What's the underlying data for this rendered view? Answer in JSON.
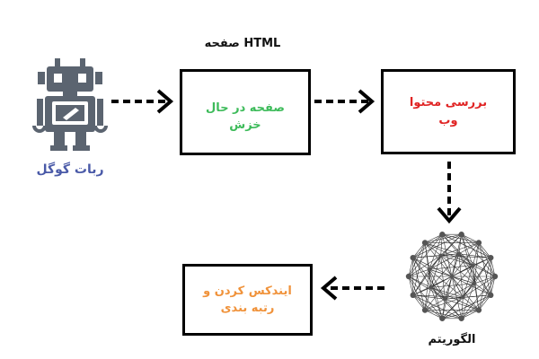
{
  "labels": {
    "html_page_title": "صفحه HTML",
    "robot": "ربات گوگل",
    "algorithm": "الگوریتم"
  },
  "boxes": {
    "crawling": "صفحه در حال\nخزش",
    "review": "بررسی محتوا\nوب",
    "indexing": "ایندکس کردن و\nرتبه بندی"
  },
  "colors": {
    "robot_label": "#4a5aa8",
    "crawling_text": "#3dbb5a",
    "review_text": "#e02424",
    "indexing_text": "#f0923a",
    "robot_body": "#5b6470",
    "browser_dots": [
      "#e05a5a",
      "#e0b040",
      "#5ab85a"
    ]
  }
}
